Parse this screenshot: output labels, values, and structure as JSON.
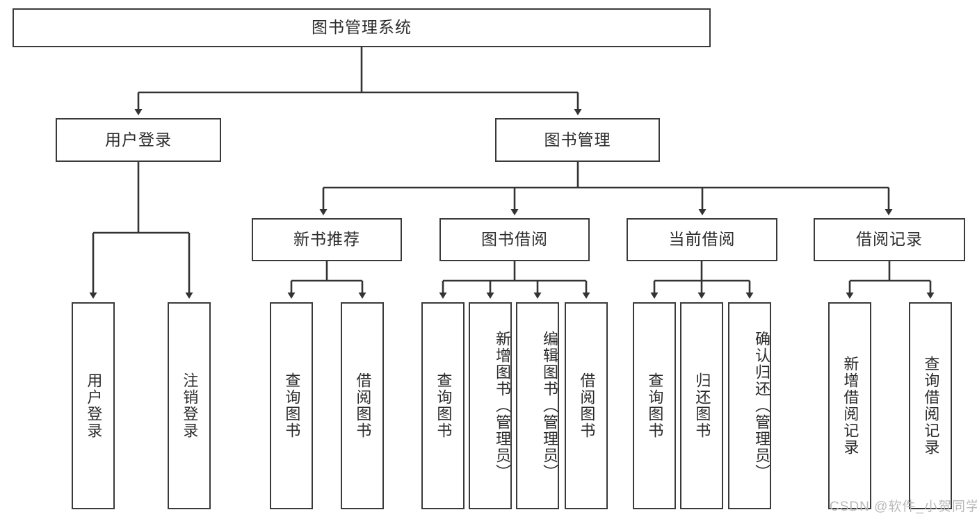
{
  "diagram": {
    "title": "图书管理系统",
    "type": "tree-hierarchy-diagram",
    "colors": {
      "box_border": "#3a3a3a",
      "box_fill": "#ffffff",
      "edge": "#333333",
      "text": "#2b2b2b",
      "watermark": "#b9b9b9"
    },
    "root": {
      "label": "图书管理系统"
    },
    "level2": [
      {
        "label": "用户登录"
      },
      {
        "label": "图书管理"
      }
    ],
    "level3": [
      {
        "label": "新书推荐"
      },
      {
        "label": "图书借阅"
      },
      {
        "label": "当前借阅"
      },
      {
        "label": "借阅记录"
      }
    ],
    "leaves": {
      "user_login": [
        {
          "label": "用户登录"
        },
        {
          "label": "注销登录"
        }
      ],
      "new_book_recommend": [
        {
          "label": "查询图书"
        },
        {
          "label": "借阅图书"
        }
      ],
      "book_borrow": [
        {
          "label": "查询图书"
        },
        {
          "label": "新增图书（管理员）"
        },
        {
          "label": "编辑图书（管理员）"
        },
        {
          "label": "借阅图书"
        }
      ],
      "current_borrow": [
        {
          "label": "查询图书"
        },
        {
          "label": "归还图书"
        },
        {
          "label": "确认归还（管理员）"
        }
      ],
      "borrow_record": [
        {
          "label": "新增借阅记录"
        },
        {
          "label": "查询借阅记录"
        }
      ]
    }
  },
  "watermark": {
    "text": "CSDN @软件_小贺同学"
  }
}
